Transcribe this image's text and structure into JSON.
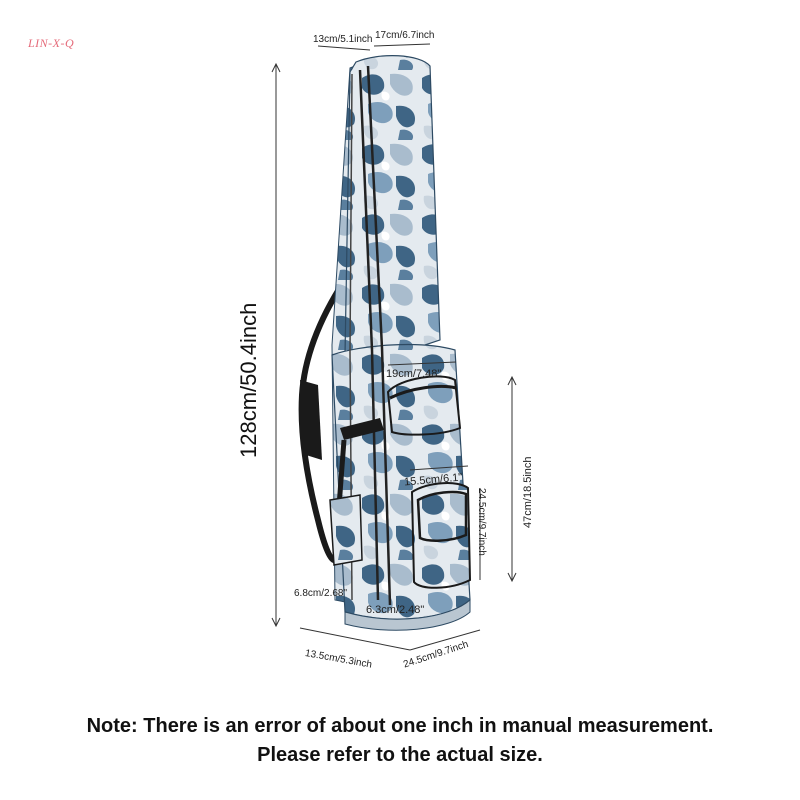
{
  "watermark": "LIN-X-Q",
  "dimensions": {
    "total_height": "128cm/50.4inch",
    "top_width_a": "13cm/5.1inch",
    "top_width_b": "17cm/6.7inch",
    "upper_pocket_width": "19cm/7.48\"",
    "upper_section_height": "47cm/18.5inch",
    "lower_pocket_width": "15.5cm/6.1\"",
    "lower_pocket_height": "24.5cm/9.7inch",
    "bottom_depth_a": "6.8cm/2.68\"",
    "bottom_depth_b": "6.3cm/2.48\"",
    "bottom_width_a": "13.5cm/5.3inch",
    "bottom_width_b": "24.5cm/9.7inch"
  },
  "note": {
    "line1": "Note: There is an error of about one inch in manual measurement.",
    "line2": "Please refer to the actual size."
  },
  "colors": {
    "camo_dark": "#3f6585",
    "camo_mid": "#7e9fbb",
    "camo_light": "#dfe6ec",
    "strap": "#1a1a1a"
  }
}
